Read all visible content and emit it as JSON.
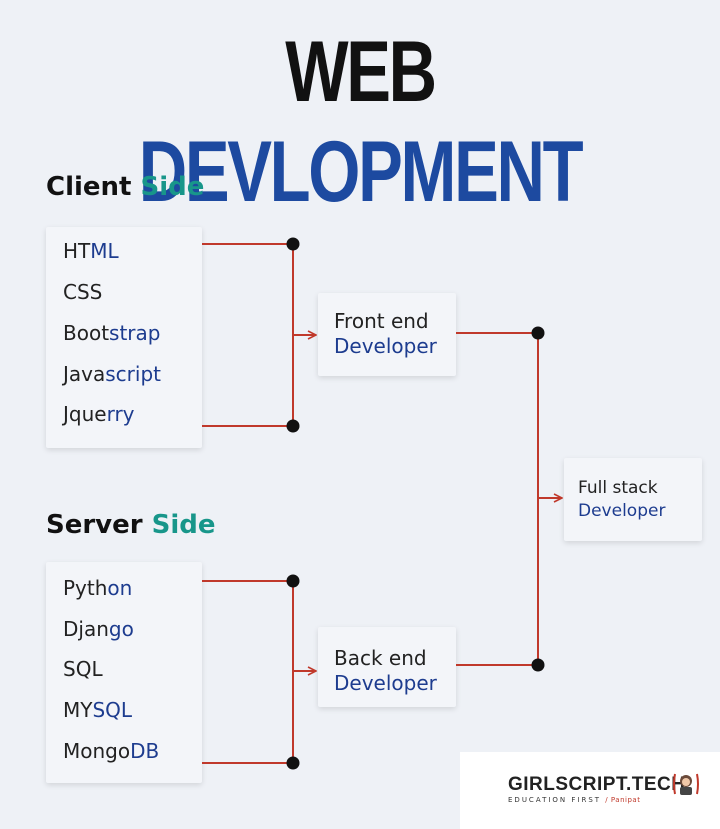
{
  "title": {
    "part1": "WEB",
    "part2": "DEVLOPMENT"
  },
  "client": {
    "heading_main": "Client",
    "heading_accent": "Side",
    "items": [
      {
        "plain": "HT",
        "highlight": "ML"
      },
      {
        "plain": "CSS",
        "highlight": ""
      },
      {
        "plain": "Boot",
        "highlight": "strap"
      },
      {
        "plain": "Java",
        "highlight": "script"
      },
      {
        "plain": "Jque",
        "highlight": "rry"
      }
    ]
  },
  "server": {
    "heading_main": "Server",
    "heading_accent": "Side",
    "items": [
      {
        "plain": "Pyth",
        "highlight": "on"
      },
      {
        "plain": "Djan",
        "highlight": "go"
      },
      {
        "plain": "SQL",
        "highlight": ""
      },
      {
        "plain": "MY",
        "highlight": "SQL"
      },
      {
        "plain": "Mongo",
        "highlight": "DB"
      }
    ]
  },
  "roles": {
    "frontend": {
      "line1": "Front end",
      "line2": "Developer"
    },
    "backend": {
      "line1": "Back end",
      "line2": "Developer"
    },
    "fullstack": {
      "line1": "Full stack",
      "line2": "Developer"
    }
  },
  "logo": {
    "brand": "GIRLSCRIPT.TECH",
    "tagline": "EDUCATION FIRST",
    "location": "/ Panipat"
  },
  "colors": {
    "title_accent": "#1d4aa0",
    "heading_accent": "#18968a",
    "text_highlight": "#1d3c8f",
    "connector": "#c0392b",
    "node": "#111111"
  }
}
